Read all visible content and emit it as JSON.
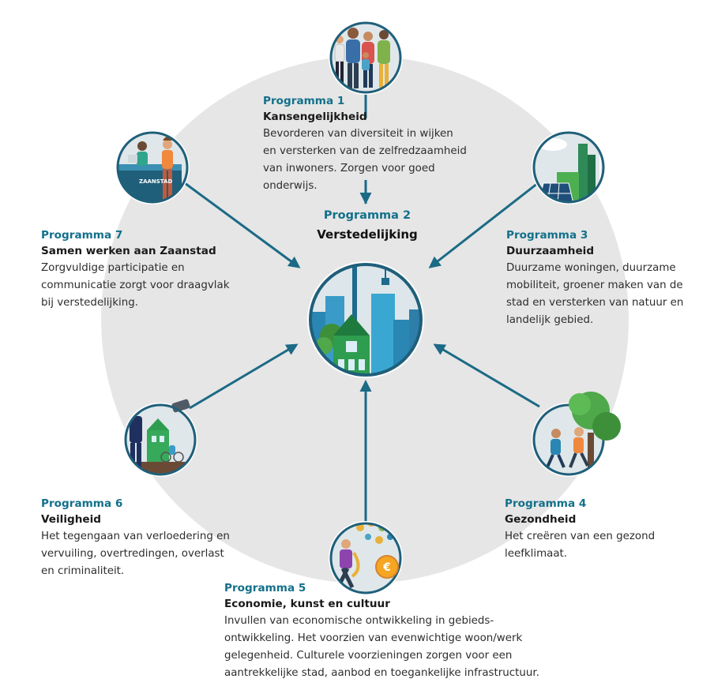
{
  "center": {
    "number": "Programma 2",
    "title": "Verstedelijking"
  },
  "programs": [
    {
      "number": "Programma 1",
      "title": "Kansengelijkheid",
      "description": "Bevorderen van diversiteit in wijken\nen versterken van de zelfredzaamheid\nvan inwoners. Zorgen voor goed\nonderwijs."
    },
    {
      "number": "Programma 3",
      "title": "Duurzaamheid",
      "description": "Duurzame woningen, duurzame\nmobiliteit, groener maken van de\nstad en versterken van natuur en\nlandelijk gebied."
    },
    {
      "number": "Programma 4",
      "title": "Gezondheid",
      "description": "Het creëren van een gezond\nleefklimaat."
    },
    {
      "number": "Programma 5",
      "title": "Economie, kunst en cultuur",
      "description": "Invullen van economische ontwikkeling in gebieds-\nontwikkeling. Het voorzien van evenwichtige woon/werk\ngelegenheid. Culturele voorzieningen zorgen voor een\naantrekkelijke stad, aanbod en toegankelijke infrastructuur."
    },
    {
      "number": "Programma 6",
      "title": "Veiligheid",
      "description": "Het tegengaan van verloedering en\nvervuiling, overtredingen, overlast\nen criminaliteit."
    },
    {
      "number": "Programma 7",
      "title": "Samen werken aan Zaanstad",
      "description": "Zorgvuldige participatie en\ncommunicatie zorgt voor draagvlak\nbij verstedelijking."
    }
  ],
  "illustrations": {
    "p7_sign": "ZAANSTAD",
    "p5_coin": "€"
  },
  "colors": {
    "accent": "#12708a",
    "arrow": "#1b6a86",
    "ring": "#1f5f7a",
    "backdrop": "#e6e6e6"
  }
}
